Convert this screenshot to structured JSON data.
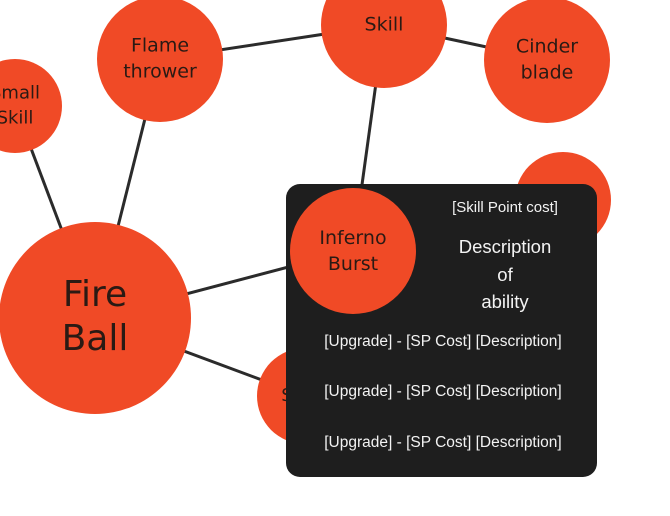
{
  "colors": {
    "node_fill": "#f04a26",
    "edge": "#2b2b2b",
    "label": "#2a1a14",
    "tooltip_bg": "#1e1e1e",
    "tooltip_text": "#f3f3f3"
  },
  "nodes": [
    {
      "id": "fire-ball",
      "lines": [
        "Fire",
        "Ball"
      ]
    },
    {
      "id": "flamethrower",
      "lines": [
        "Flame",
        "thrower"
      ]
    },
    {
      "id": "skill-top",
      "lines": [
        "Skill"
      ]
    },
    {
      "id": "cinderblade",
      "lines": [
        "Cinder",
        "blade"
      ]
    },
    {
      "id": "small-skill",
      "lines": [
        "Small",
        "Skill"
      ]
    },
    {
      "id": "right-partial",
      "lines": []
    },
    {
      "id": "bottom-partial",
      "lines": [
        "S"
      ]
    }
  ],
  "edges": [
    [
      "fire-ball",
      "flamethrower"
    ],
    [
      "fire-ball",
      "small-skill"
    ],
    [
      "fire-ball",
      "inferno-burst"
    ],
    [
      "fire-ball",
      "bottom-partial"
    ],
    [
      "flamethrower",
      "skill-top"
    ],
    [
      "skill-top",
      "cinderblade"
    ],
    [
      "skill-top",
      "inferno-burst"
    ]
  ],
  "tooltip": {
    "node_lines": [
      "Inferno",
      "Burst"
    ],
    "sp_cost": "[Skill Point cost]",
    "description_lines": [
      "Description",
      "of",
      "ability"
    ],
    "upgrades": [
      "[Upgrade] - [SP Cost] [Description]",
      "[Upgrade] - [SP Cost] [Description]",
      "[Upgrade] - [SP Cost] [Description]"
    ]
  }
}
